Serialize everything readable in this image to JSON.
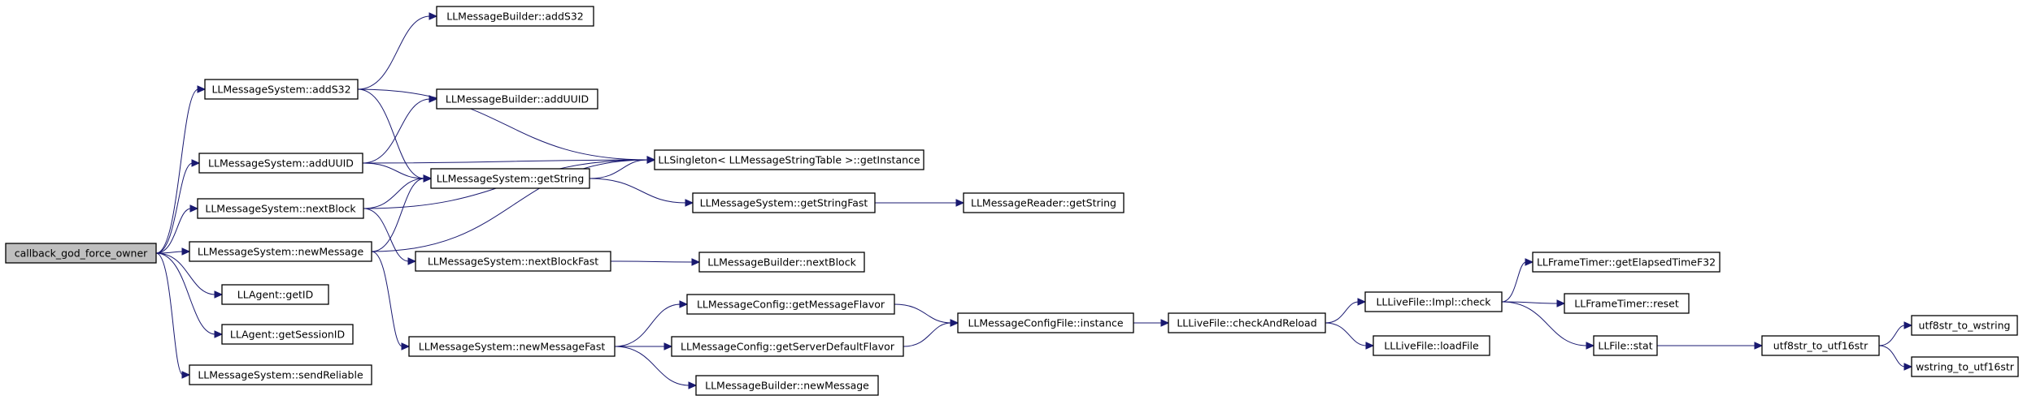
{
  "diagram": {
    "type": "call-graph",
    "colors": {
      "edge": "#191970",
      "node_border": "#000000",
      "root_fill": "#bfbfbf",
      "node_fill": "#ffffff"
    },
    "nodes": [
      {
        "id": "callback_god_force_owner",
        "label": "callback_god_force_owner",
        "root": true
      },
      {
        "id": "ms_addS32",
        "label": "LLMessageSystem::addS32"
      },
      {
        "id": "mb_addS32",
        "label": "LLMessageBuilder::addS32"
      },
      {
        "id": "mb_addUUID",
        "label": "LLMessageBuilder::addUUID"
      },
      {
        "id": "ms_addUUID",
        "label": "LLMessageSystem::addUUID"
      },
      {
        "id": "singleton",
        "label": "LLSingleton< LLMessageStringTable >::getInstance"
      },
      {
        "id": "ms_getString",
        "label": "LLMessageSystem::getString"
      },
      {
        "id": "ms_nextBlock",
        "label": "LLMessageSystem::nextBlock"
      },
      {
        "id": "ms_getStringFast",
        "label": "LLMessageSystem::getStringFast"
      },
      {
        "id": "mr_getString",
        "label": "LLMessageReader::getString"
      },
      {
        "id": "ms_newMessage",
        "label": "LLMessageSystem::newMessage"
      },
      {
        "id": "ms_nextBlockFast",
        "label": "LLMessageSystem::nextBlockFast"
      },
      {
        "id": "mb_nextBlock",
        "label": "LLMessageBuilder::nextBlock"
      },
      {
        "id": "agent_getID",
        "label": "LLAgent::getID"
      },
      {
        "id": "agent_getSessionID",
        "label": "LLAgent::getSessionID"
      },
      {
        "id": "ms_sendReliable",
        "label": "LLMessageSystem::sendReliable"
      },
      {
        "id": "ms_newMessageFast",
        "label": "LLMessageSystem::newMessageFast"
      },
      {
        "id": "mc_getMessageFlavor",
        "label": "LLMessageConfig::getMessageFlavor"
      },
      {
        "id": "mc_getServerDefaultFlavor",
        "label": "LLMessageConfig::getServerDefaultFlavor"
      },
      {
        "id": "mb_newMessage",
        "label": "LLMessageBuilder::newMessage"
      },
      {
        "id": "mcf_instance",
        "label": "LLMessageConfigFile::instance"
      },
      {
        "id": "lf_checkAndReload",
        "label": "LLLiveFile::checkAndReload"
      },
      {
        "id": "lf_impl_check",
        "label": "LLLiveFile::Impl::check"
      },
      {
        "id": "lf_loadFile",
        "label": "LLLiveFile::loadFile"
      },
      {
        "id": "ft_getElapsed",
        "label": "LLFrameTimer::getElapsedTimeF32"
      },
      {
        "id": "ft_reset",
        "label": "LLFrameTimer::reset"
      },
      {
        "id": "file_stat",
        "label": "LLFile::stat"
      },
      {
        "id": "utf8_to_utf16",
        "label": "utf8str_to_utf16str"
      },
      {
        "id": "utf8_to_wstring",
        "label": "utf8str_to_wstring"
      },
      {
        "id": "wstring_to_utf16",
        "label": "wstring_to_utf16str"
      }
    ],
    "edges": [
      [
        "callback_god_force_owner",
        "ms_addS32"
      ],
      [
        "callback_god_force_owner",
        "ms_addUUID"
      ],
      [
        "callback_god_force_owner",
        "ms_nextBlock"
      ],
      [
        "callback_god_force_owner",
        "ms_newMessage"
      ],
      [
        "callback_god_force_owner",
        "agent_getID"
      ],
      [
        "callback_god_force_owner",
        "agent_getSessionID"
      ],
      [
        "callback_god_force_owner",
        "ms_sendReliable"
      ],
      [
        "ms_addS32",
        "mb_addS32"
      ],
      [
        "ms_addS32",
        "singleton"
      ],
      [
        "ms_addS32",
        "ms_getString"
      ],
      [
        "ms_addUUID",
        "mb_addUUID"
      ],
      [
        "ms_addUUID",
        "singleton"
      ],
      [
        "ms_addUUID",
        "ms_getString"
      ],
      [
        "ms_nextBlock",
        "ms_getString"
      ],
      [
        "ms_nextBlock",
        "singleton"
      ],
      [
        "ms_nextBlock",
        "ms_nextBlockFast"
      ],
      [
        "ms_newMessage",
        "ms_getString"
      ],
      [
        "ms_newMessage",
        "singleton"
      ],
      [
        "ms_newMessage",
        "ms_newMessageFast"
      ],
      [
        "ms_getString",
        "singleton"
      ],
      [
        "ms_getString",
        "ms_getStringFast"
      ],
      [
        "ms_getStringFast",
        "mr_getString"
      ],
      [
        "ms_nextBlockFast",
        "mb_nextBlock"
      ],
      [
        "ms_newMessageFast",
        "mc_getMessageFlavor"
      ],
      [
        "ms_newMessageFast",
        "mc_getServerDefaultFlavor"
      ],
      [
        "ms_newMessageFast",
        "mb_newMessage"
      ],
      [
        "mc_getMessageFlavor",
        "mcf_instance"
      ],
      [
        "mc_getServerDefaultFlavor",
        "mcf_instance"
      ],
      [
        "mcf_instance",
        "lf_checkAndReload"
      ],
      [
        "lf_checkAndReload",
        "lf_impl_check"
      ],
      [
        "lf_checkAndReload",
        "lf_loadFile"
      ],
      [
        "lf_impl_check",
        "ft_getElapsed"
      ],
      [
        "lf_impl_check",
        "ft_reset"
      ],
      [
        "lf_impl_check",
        "file_stat"
      ],
      [
        "file_stat",
        "utf8_to_utf16"
      ],
      [
        "utf8_to_utf16",
        "utf8_to_wstring"
      ],
      [
        "utf8_to_utf16",
        "wstring_to_utf16"
      ]
    ]
  }
}
